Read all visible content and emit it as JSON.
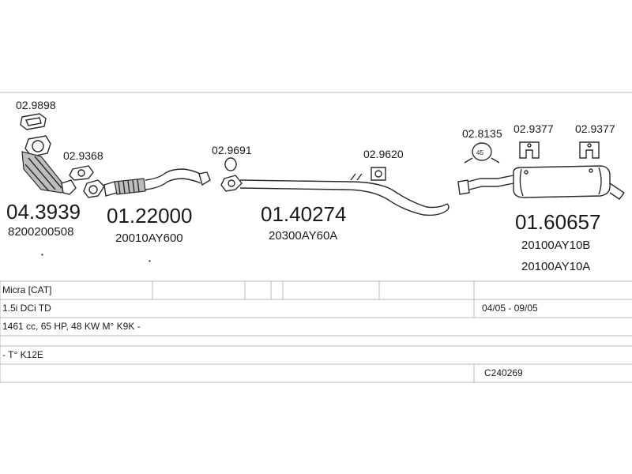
{
  "parts": {
    "gasket_top": "02.9898",
    "catalyst_code": "04.3939",
    "catalyst_oem": "8200200508",
    "gasket_1": "02.9368",
    "front_pipe_code": "01.22000",
    "front_pipe_oem": "20010AY600",
    "gasket_2": "02.9691",
    "mid_pipe_code": "01.40274",
    "mid_pipe_oem": "20300AY60A",
    "hanger_1": "02.9620",
    "clamp_1": "02.8135",
    "clamp_1_mark": "45",
    "hanger_2": "02.9377",
    "hanger_3": "02.9377",
    "rear_silencer_code": "01.60657",
    "rear_silencer_oem_1": "20100AY10B",
    "rear_silencer_oem_2": "20100AY10A"
  },
  "table": {
    "model": "Micra  [CAT]",
    "engine": "1.5i DCi TD",
    "dates": "04/05 - 09/05",
    "specs": "1461 cc, 65 HP, 48 KW M° K9K -",
    "type": "- T° K12E",
    "code": "C240269"
  },
  "colors": {
    "line": "#2a2a2a",
    "grid": "#b8b8b8"
  }
}
